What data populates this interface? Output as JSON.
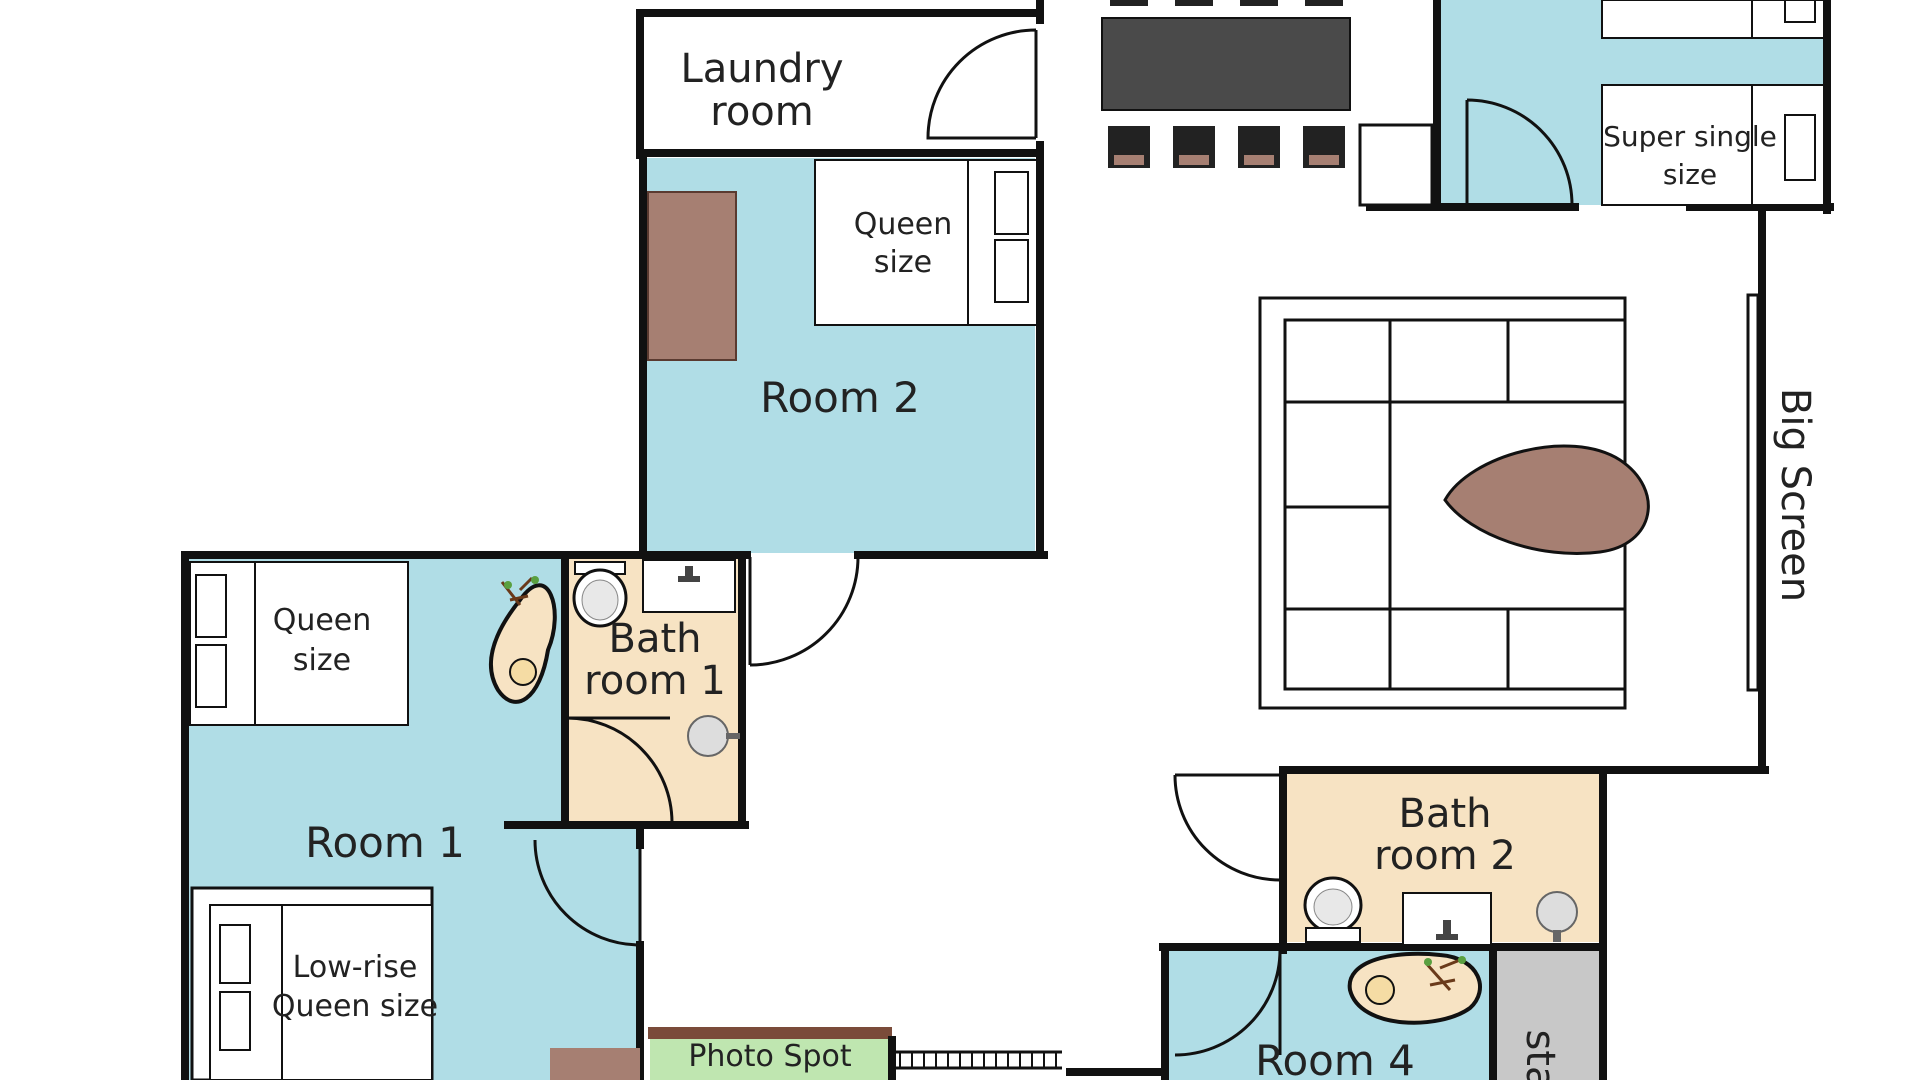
{
  "colors": {
    "room": "#b0dde6",
    "bath": "#f7e3c3",
    "wall": "#111111",
    "furniture_brown": "#a67f72",
    "table_dark": "#4a4a4a",
    "chair": "#222222",
    "storage": "#c8c8c8",
    "photo_green": "#bfe6b0",
    "photo_frame": "#7a4b3a"
  },
  "labels": {
    "laundry_line1": "Laundry",
    "laundry_line2": "room",
    "room2": "Room 2",
    "room2_bed_line1": "Queen",
    "room2_bed_line2": "size",
    "room1": "Room 1",
    "room1_bed1_line1": "Queen",
    "room1_bed1_line2": "size",
    "room1_bed2_line1": "Low-rise",
    "room1_bed2_line2": "Queen size",
    "bath1_line1": "Bath",
    "bath1_line2": "room 1",
    "bath2_line1": "Bath",
    "bath2_line2": "room 2",
    "room3_bed_line1": "Super single",
    "room3_bed_line2": "size",
    "big_screen": "Big Screen",
    "photo_spot": "Photo Spot",
    "room4": "Room 4",
    "storage": "sta"
  }
}
